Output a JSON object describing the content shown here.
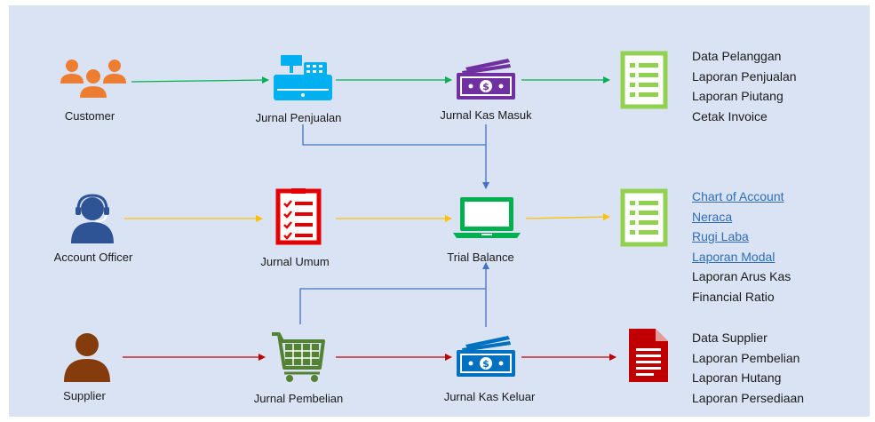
{
  "nodes": {
    "customer": "Customer",
    "jurnal_penjualan": "Jurnal Penjualan",
    "jurnal_kas_masuk": "Jurnal Kas Masuk",
    "account_officer": "Account Officer",
    "jurnal_umum": "Jurnal Umum",
    "trial_balance": "Trial Balance",
    "supplier": "Supplier",
    "jurnal_pembelian": "Jurnal Pembelian",
    "jurnal_kas_keluar": "Jurnal Kas Keluar"
  },
  "reports_top": [
    "Data Pelanggan",
    "Laporan Penjualan",
    "Laporan Piutang",
    "Cetak Invoice"
  ],
  "reports_mid_links": [
    "Chart of Account",
    "Neraca",
    "Rugi Laba",
    "Laporan Modal"
  ],
  "reports_mid_text": [
    "Laporan Arus Kas",
    "Financial Ratio"
  ],
  "reports_bottom": [
    "Data Supplier",
    "Laporan Pembelian",
    "Laporan Hutang",
    "Laporan Persediaan"
  ],
  "colors": {
    "background": "#dae3f3",
    "row1_arrow": "#00b050",
    "row2_arrow": "#ffc000",
    "row3_arrow": "#c00000",
    "connector": "#4472c4",
    "customer_icon": "#ed7d31",
    "officer_icon": "#2e5496",
    "supplier_icon": "#843c0c",
    "register_icon": "#00b0f0",
    "kas_masuk_icon": "#7030a0",
    "jurnal_umum_icon": "#e50000",
    "laptop_icon": "#00b050",
    "cart_icon": "#548235",
    "kas_keluar_icon": "#0070c0",
    "report_icon": "#92d050",
    "document_icon": "#c00000",
    "link": "#2e6db4"
  },
  "icons": [
    "people-group-icon",
    "cash-register-icon",
    "money-icon",
    "checklist-icon",
    "person-headset-icon",
    "todo-list-icon",
    "laptop-icon",
    "person-icon",
    "shopping-cart-icon",
    "document-icon"
  ]
}
